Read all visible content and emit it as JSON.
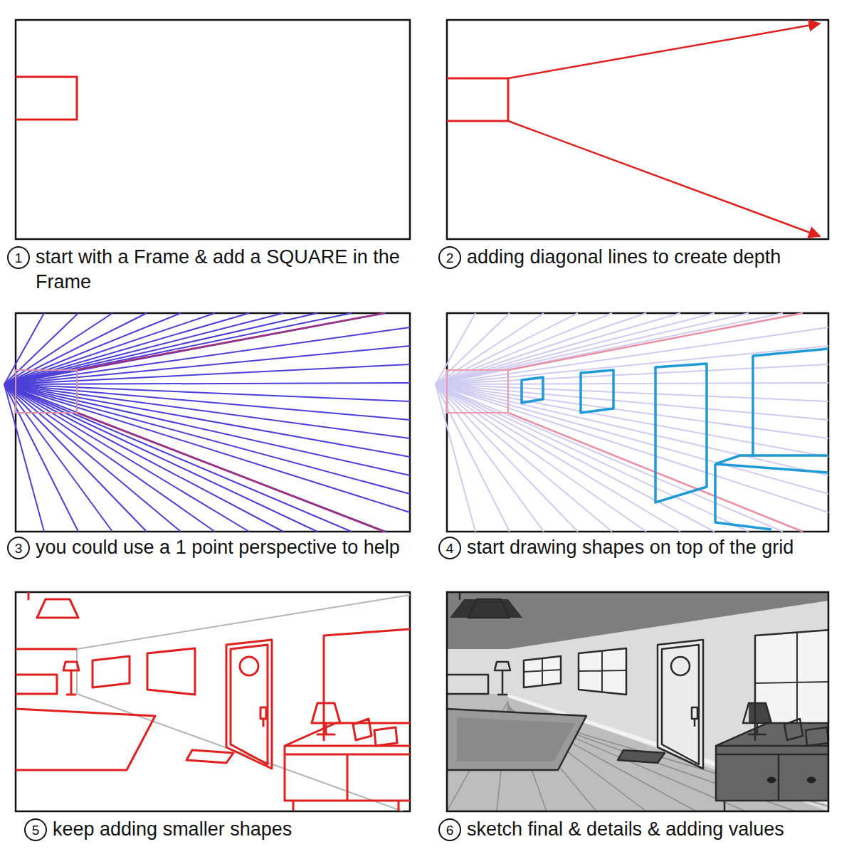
{
  "diagram": {
    "labels": [
      "1",
      "start with a Frame & add a SQUARE in the Frame",
      "2",
      "adding diagonal lines to create depth",
      "3",
      "you could use a 1 point perspective to help",
      "4",
      "start drawing shapes on top of the grid",
      "5",
      "keep adding smaller shapes",
      "6",
      "sketch final & details & adding values"
    ]
  }
}
